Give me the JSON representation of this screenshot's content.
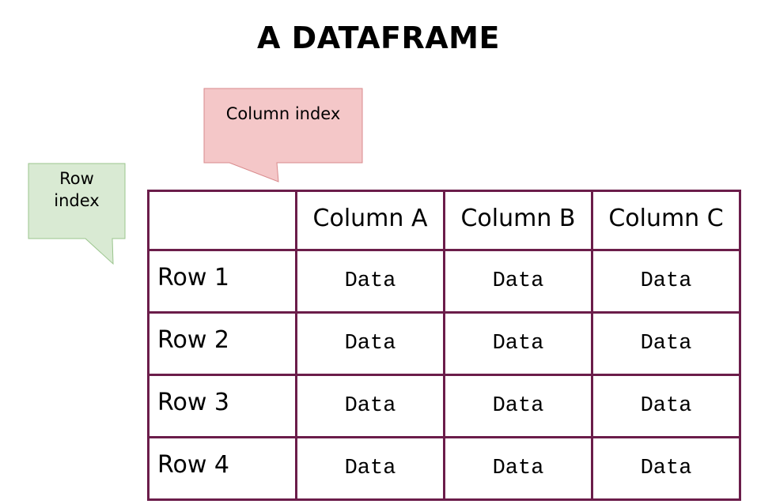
{
  "title": "A DATAFRAME",
  "callouts": {
    "column_index": {
      "label": "Column index",
      "fill": "#f4c7c8",
      "stroke": "#d98a8c"
    },
    "row_index": {
      "label_line1": "Row",
      "label_line2": "index",
      "fill": "#d9ead3",
      "stroke": "#9bc58e"
    }
  },
  "table": {
    "border_color": "#6b1d4a",
    "columns": [
      "Column A",
      "Column B",
      "Column C"
    ],
    "rows": [
      {
        "label": "Row 1",
        "cells": [
          "Data",
          "Data",
          "Data"
        ]
      },
      {
        "label": "Row 2",
        "cells": [
          "Data",
          "Data",
          "Data"
        ]
      },
      {
        "label": "Row 3",
        "cells": [
          "Data",
          "Data",
          "Data"
        ]
      },
      {
        "label": "Row 4",
        "cells": [
          "Data",
          "Data",
          "Data"
        ]
      }
    ]
  }
}
